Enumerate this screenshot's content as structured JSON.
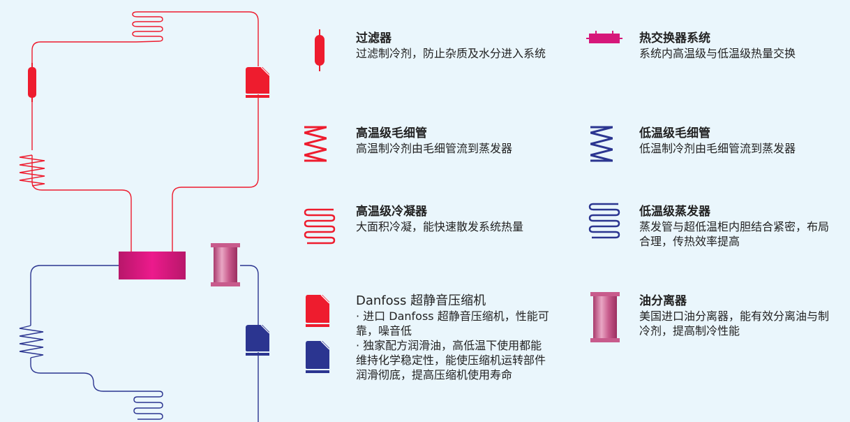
{
  "colors": {
    "high_temp_red": "#ee1c2e",
    "low_temp_blue": "#2b3590",
    "heat_exchanger_magenta": "#d6177a",
    "oil_separator_pink": "#c85b8c",
    "background": "#eaf6fc"
  },
  "legend": {
    "filter": {
      "icon": "filter-icon",
      "title": "过滤器",
      "desc": "过滤制冷剂，防止杂质及水分进入系统"
    },
    "heat_exchanger": {
      "icon": "heat-exchanger-icon",
      "title": "热交换器系统",
      "desc": "系统内高温级与低温级热量交换"
    },
    "high_capillary": {
      "icon": "red-coil-icon",
      "title": "高温级毛细管",
      "desc": "高温制冷剂由毛细管流到蒸发器"
    },
    "low_capillary": {
      "icon": "blue-coil-icon",
      "title": "低温级毛细管",
      "desc": "低温制冷剂由毛细管流到蒸发器"
    },
    "high_condenser": {
      "icon": "red-condenser-icon",
      "title": "高温级冷凝器",
      "desc": "大面积冷凝，能快速散发系统热量"
    },
    "low_evaporator": {
      "icon": "blue-evaporator-icon",
      "title": "低温级蒸发器",
      "desc": "蒸发管与超低温柜内胆结合紧密，布局合理，传热效率提高"
    },
    "compressor": {
      "icon": "compressor-icon",
      "title": "Danfoss 超静音压缩机",
      "desc1": "· 进口 Danfoss 超静音压缩机，性能可靠，噪音低",
      "desc2": "· 独家配方润滑油，高低温下使用都能维持化学稳定性，能使压缩机运转部件润滑彻底，提高压缩机使用寿命"
    },
    "oil_separator": {
      "icon": "oil-separator-icon",
      "title": "油分离器",
      "desc": "美国进口油分离器，能有效分离油与制冷剂，提高制冷性能"
    }
  }
}
